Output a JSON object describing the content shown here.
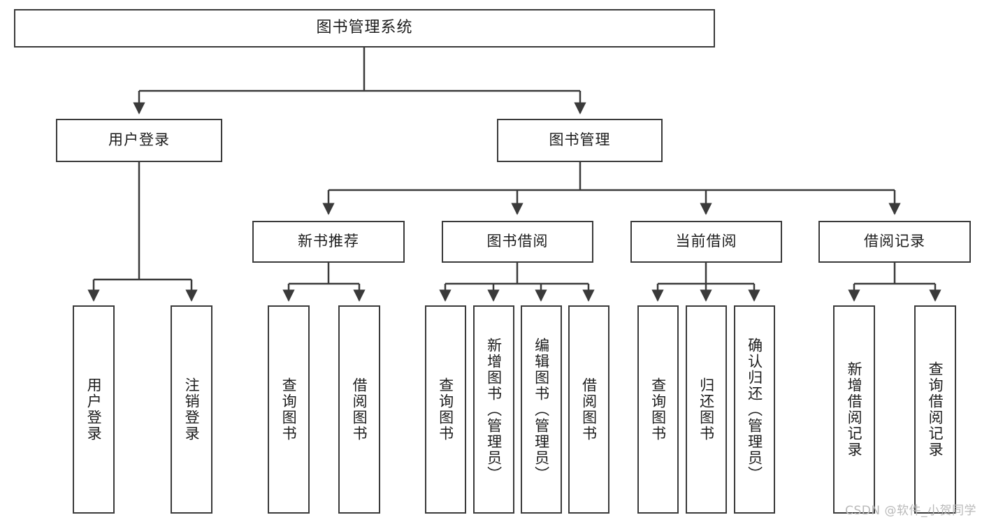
{
  "diagram": {
    "type": "tree-hierarchy",
    "root": {
      "id": "root",
      "label": "图书管理系统"
    },
    "level2": [
      {
        "id": "login",
        "label": "用户登录"
      },
      {
        "id": "bookmgmt",
        "label": "图书管理"
      }
    ],
    "level3": [
      {
        "id": "newbook",
        "label": "新书推荐",
        "parent": "bookmgmt"
      },
      {
        "id": "borrow",
        "label": "图书借阅",
        "parent": "bookmgmt"
      },
      {
        "id": "current",
        "label": "当前借阅",
        "parent": "bookmgmt"
      },
      {
        "id": "records",
        "label": "借阅记录",
        "parent": "bookmgmt"
      }
    ],
    "leaves": [
      {
        "id": "leaf-1",
        "label": "用户登录",
        "parent": "login"
      },
      {
        "id": "leaf-2",
        "label": "注销登录",
        "parent": "login"
      },
      {
        "id": "leaf-3",
        "label": "查询图书",
        "parent": "newbook"
      },
      {
        "id": "leaf-4",
        "label": "借阅图书",
        "parent": "newbook"
      },
      {
        "id": "leaf-5",
        "label": "查询图书",
        "parent": "borrow"
      },
      {
        "id": "leaf-6",
        "label": "新增图书（管理员）",
        "parent": "borrow"
      },
      {
        "id": "leaf-7",
        "label": "编辑图书（管理员）",
        "parent": "borrow"
      },
      {
        "id": "leaf-8",
        "label": "借阅图书",
        "parent": "borrow"
      },
      {
        "id": "leaf-9",
        "label": "查询图书",
        "parent": "current"
      },
      {
        "id": "leaf-10",
        "label": "归还图书",
        "parent": "current"
      },
      {
        "id": "leaf-11",
        "label": "确认归还（管理员）",
        "parent": "current"
      },
      {
        "id": "leaf-12",
        "label": "新增借阅记录",
        "parent": "records"
      },
      {
        "id": "leaf-13",
        "label": "查询借阅记录",
        "parent": "records"
      }
    ],
    "colors": {
      "stroke": "#3a3a3a",
      "fill": "#ffffff",
      "text": "#1c1c1c",
      "watermark": "#b9b9b9"
    }
  },
  "watermark": {
    "text": "CSDN @软件_小贺同学"
  }
}
